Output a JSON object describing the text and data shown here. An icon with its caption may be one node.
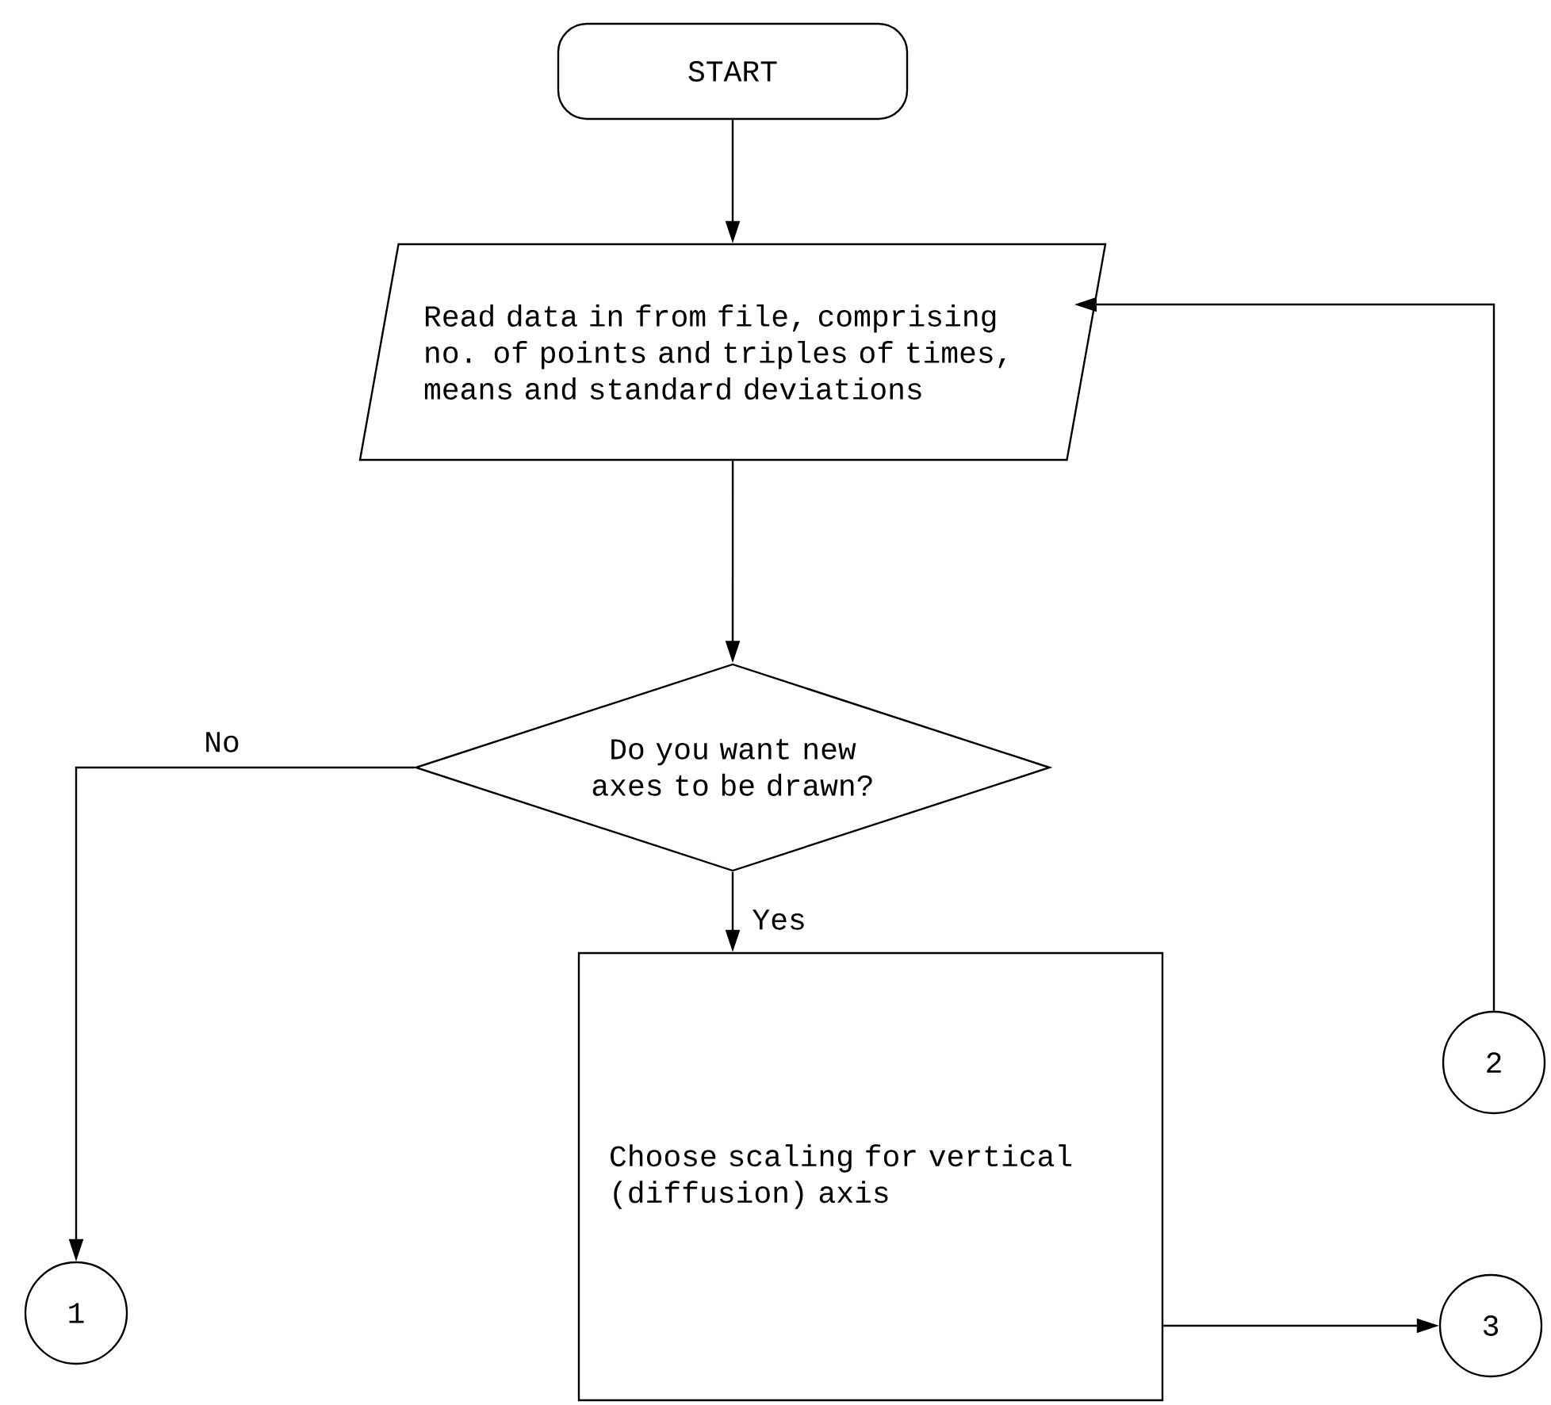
{
  "diagram": {
    "nodes": [
      {
        "text": [
          "START"
        ]
      },
      {
        "text": [
          "Read data in from file, comprising no. of points and triples of times, means and standard deviations"
        ]
      },
      {
        "text": [
          "Do you want new axes to be drawn?"
        ]
      },
      {
        "text": [
          "Choose scaling for vertical (diffusion) axis"
        ]
      },
      {
        "text": [
          "1"
        ]
      },
      {
        "text": [
          "2"
        ]
      },
      {
        "text": [
          "3"
        ]
      }
    ],
    "edges": [
      {
        "from": 0,
        "to": 1,
        "arrow": "to"
      },
      {
        "from": 1,
        "to": 2,
        "arrow": "to"
      },
      {
        "from": 2,
        "to": 4,
        "arrow": "to",
        "label": "No"
      },
      {
        "from": 2,
        "to": 3,
        "arrow": "to",
        "label": "Yes"
      },
      {
        "from": 5,
        "to": 1,
        "arrow": "to"
      },
      {
        "from": 3,
        "to": 6,
        "arrow": "to"
      }
    ]
  }
}
